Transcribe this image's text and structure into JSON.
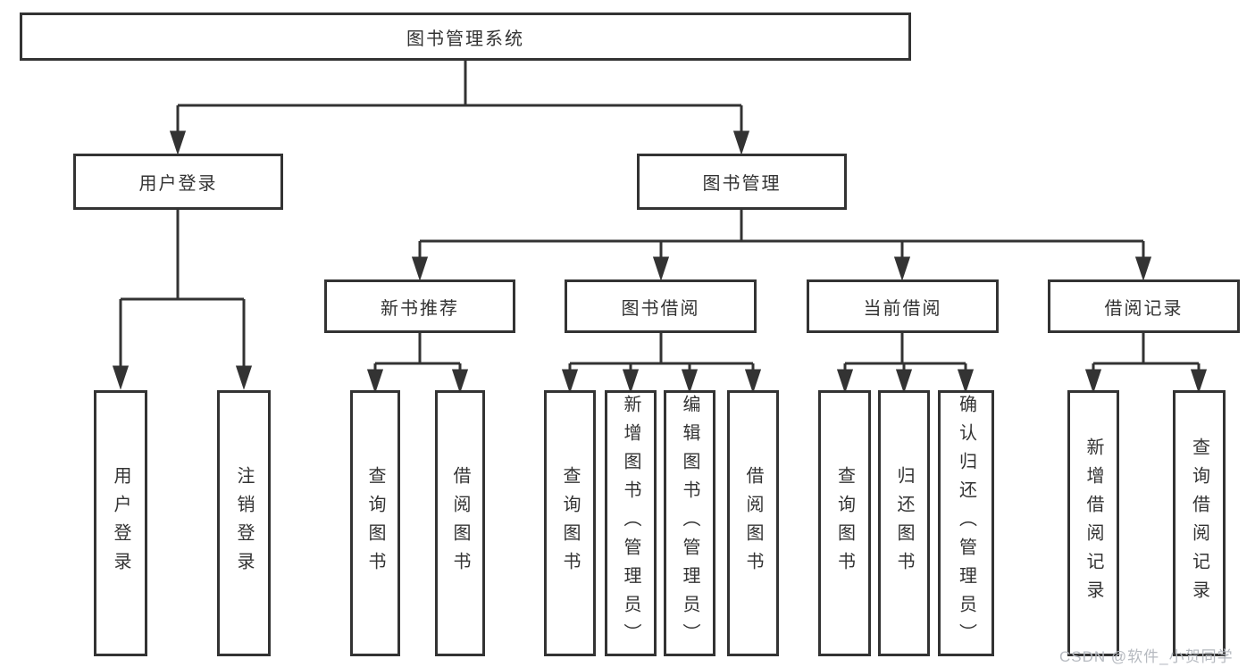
{
  "diagram": {
    "root": {
      "label": "图书管理系统"
    },
    "branches": [
      {
        "label": "用户登录",
        "children": [
          {
            "label": "用户登录"
          },
          {
            "label": "注销登录"
          }
        ]
      },
      {
        "label": "图书管理",
        "modules": [
          {
            "label": "新书推荐",
            "children": [
              {
                "label": "查询图书"
              },
              {
                "label": "借阅图书"
              }
            ]
          },
          {
            "label": "图书借阅",
            "children": [
              {
                "label": "查询图书"
              },
              {
                "label": "新增图书（管理员）"
              },
              {
                "label": "编辑图书（管理员）"
              },
              {
                "label": "借阅图书"
              }
            ]
          },
          {
            "label": "当前借阅",
            "children": [
              {
                "label": "查询图书"
              },
              {
                "label": "归还图书"
              },
              {
                "label": "确认归还（管理员）"
              }
            ]
          },
          {
            "label": "借阅记录",
            "children": [
              {
                "label": "新增借阅记录"
              },
              {
                "label": "查询借阅记录"
              }
            ]
          }
        ]
      }
    ]
  },
  "watermark": {
    "text": "CSDN @软件_小贺同学"
  },
  "colors": {
    "line": "#333333",
    "box_border": "#333333",
    "text": "#333333",
    "watermark": "#b6bac0",
    "background": "#ffffff"
  }
}
